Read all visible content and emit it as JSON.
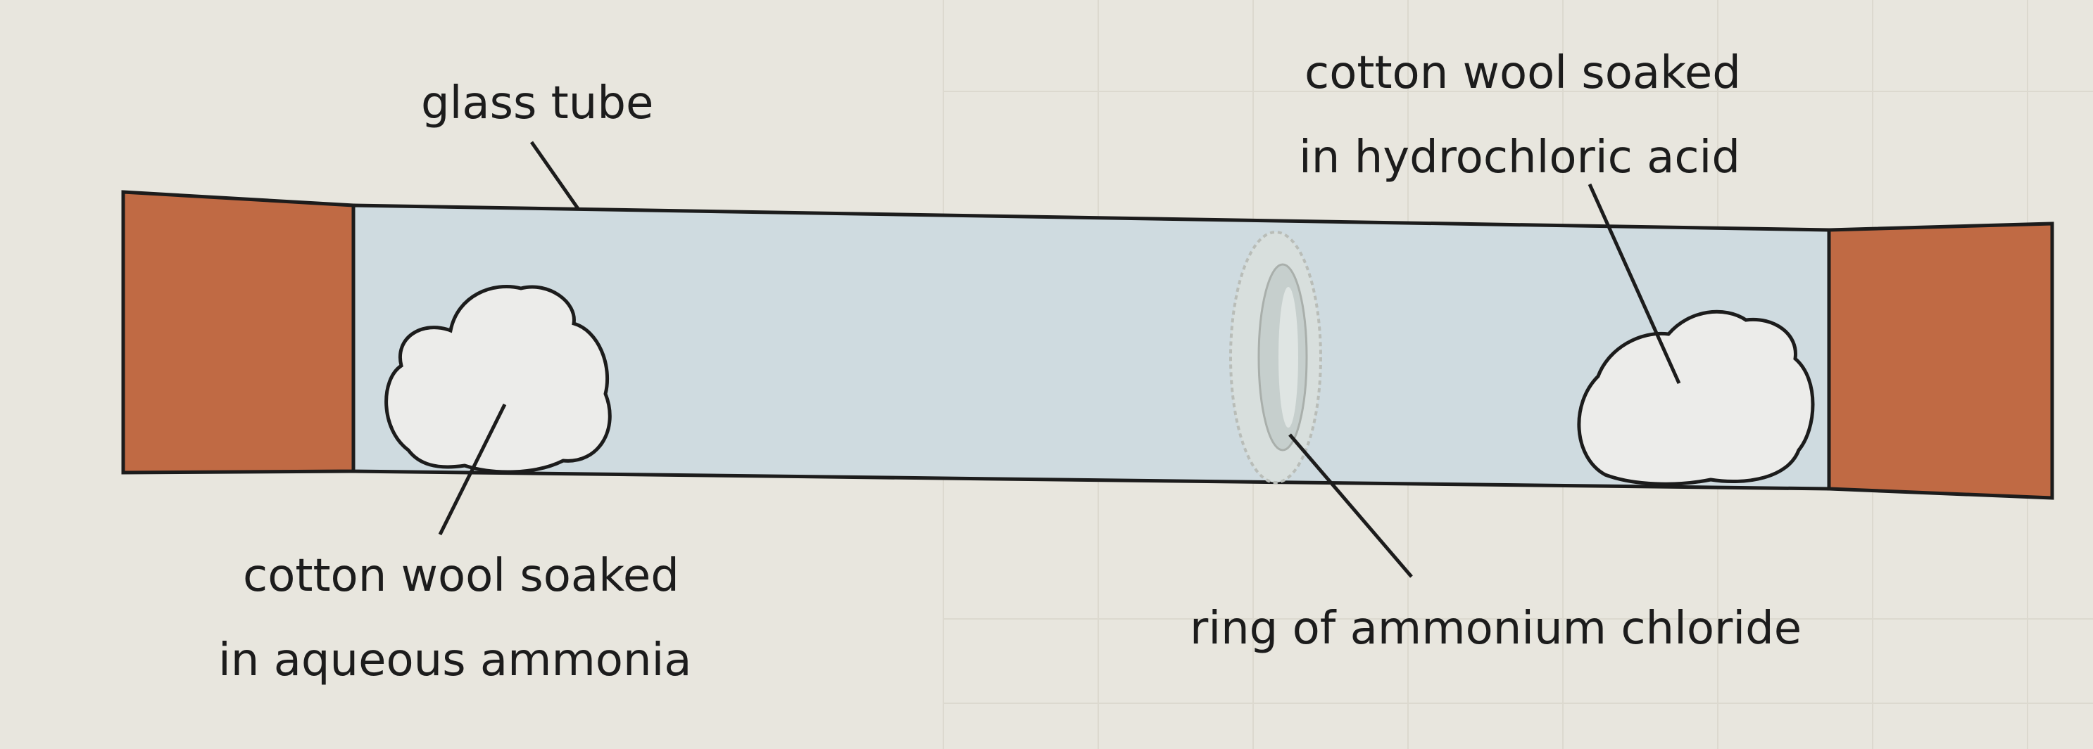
{
  "labels": {
    "glass_tube": "glass tube",
    "hcl_line1": "cotton wool soaked",
    "hcl_line2": "in hydrochloric acid",
    "ammonia_line1": "cotton wool soaked",
    "ammonia_line2": "in aqueous ammonia",
    "ring": "ring of ammonium chloride"
  },
  "colors": {
    "stopper": "#c06a44",
    "tube_fill": "#cfdbe0",
    "background": "#e8e6de",
    "ink": "#1c1c1c"
  }
}
